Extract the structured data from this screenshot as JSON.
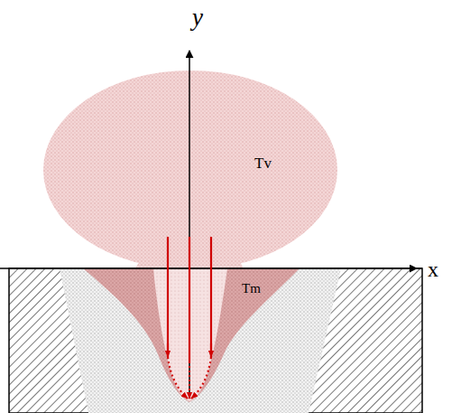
{
  "diagram": {
    "labels": [
      "y",
      "x",
      "Tv",
      "Tm"
    ]
  }
}
